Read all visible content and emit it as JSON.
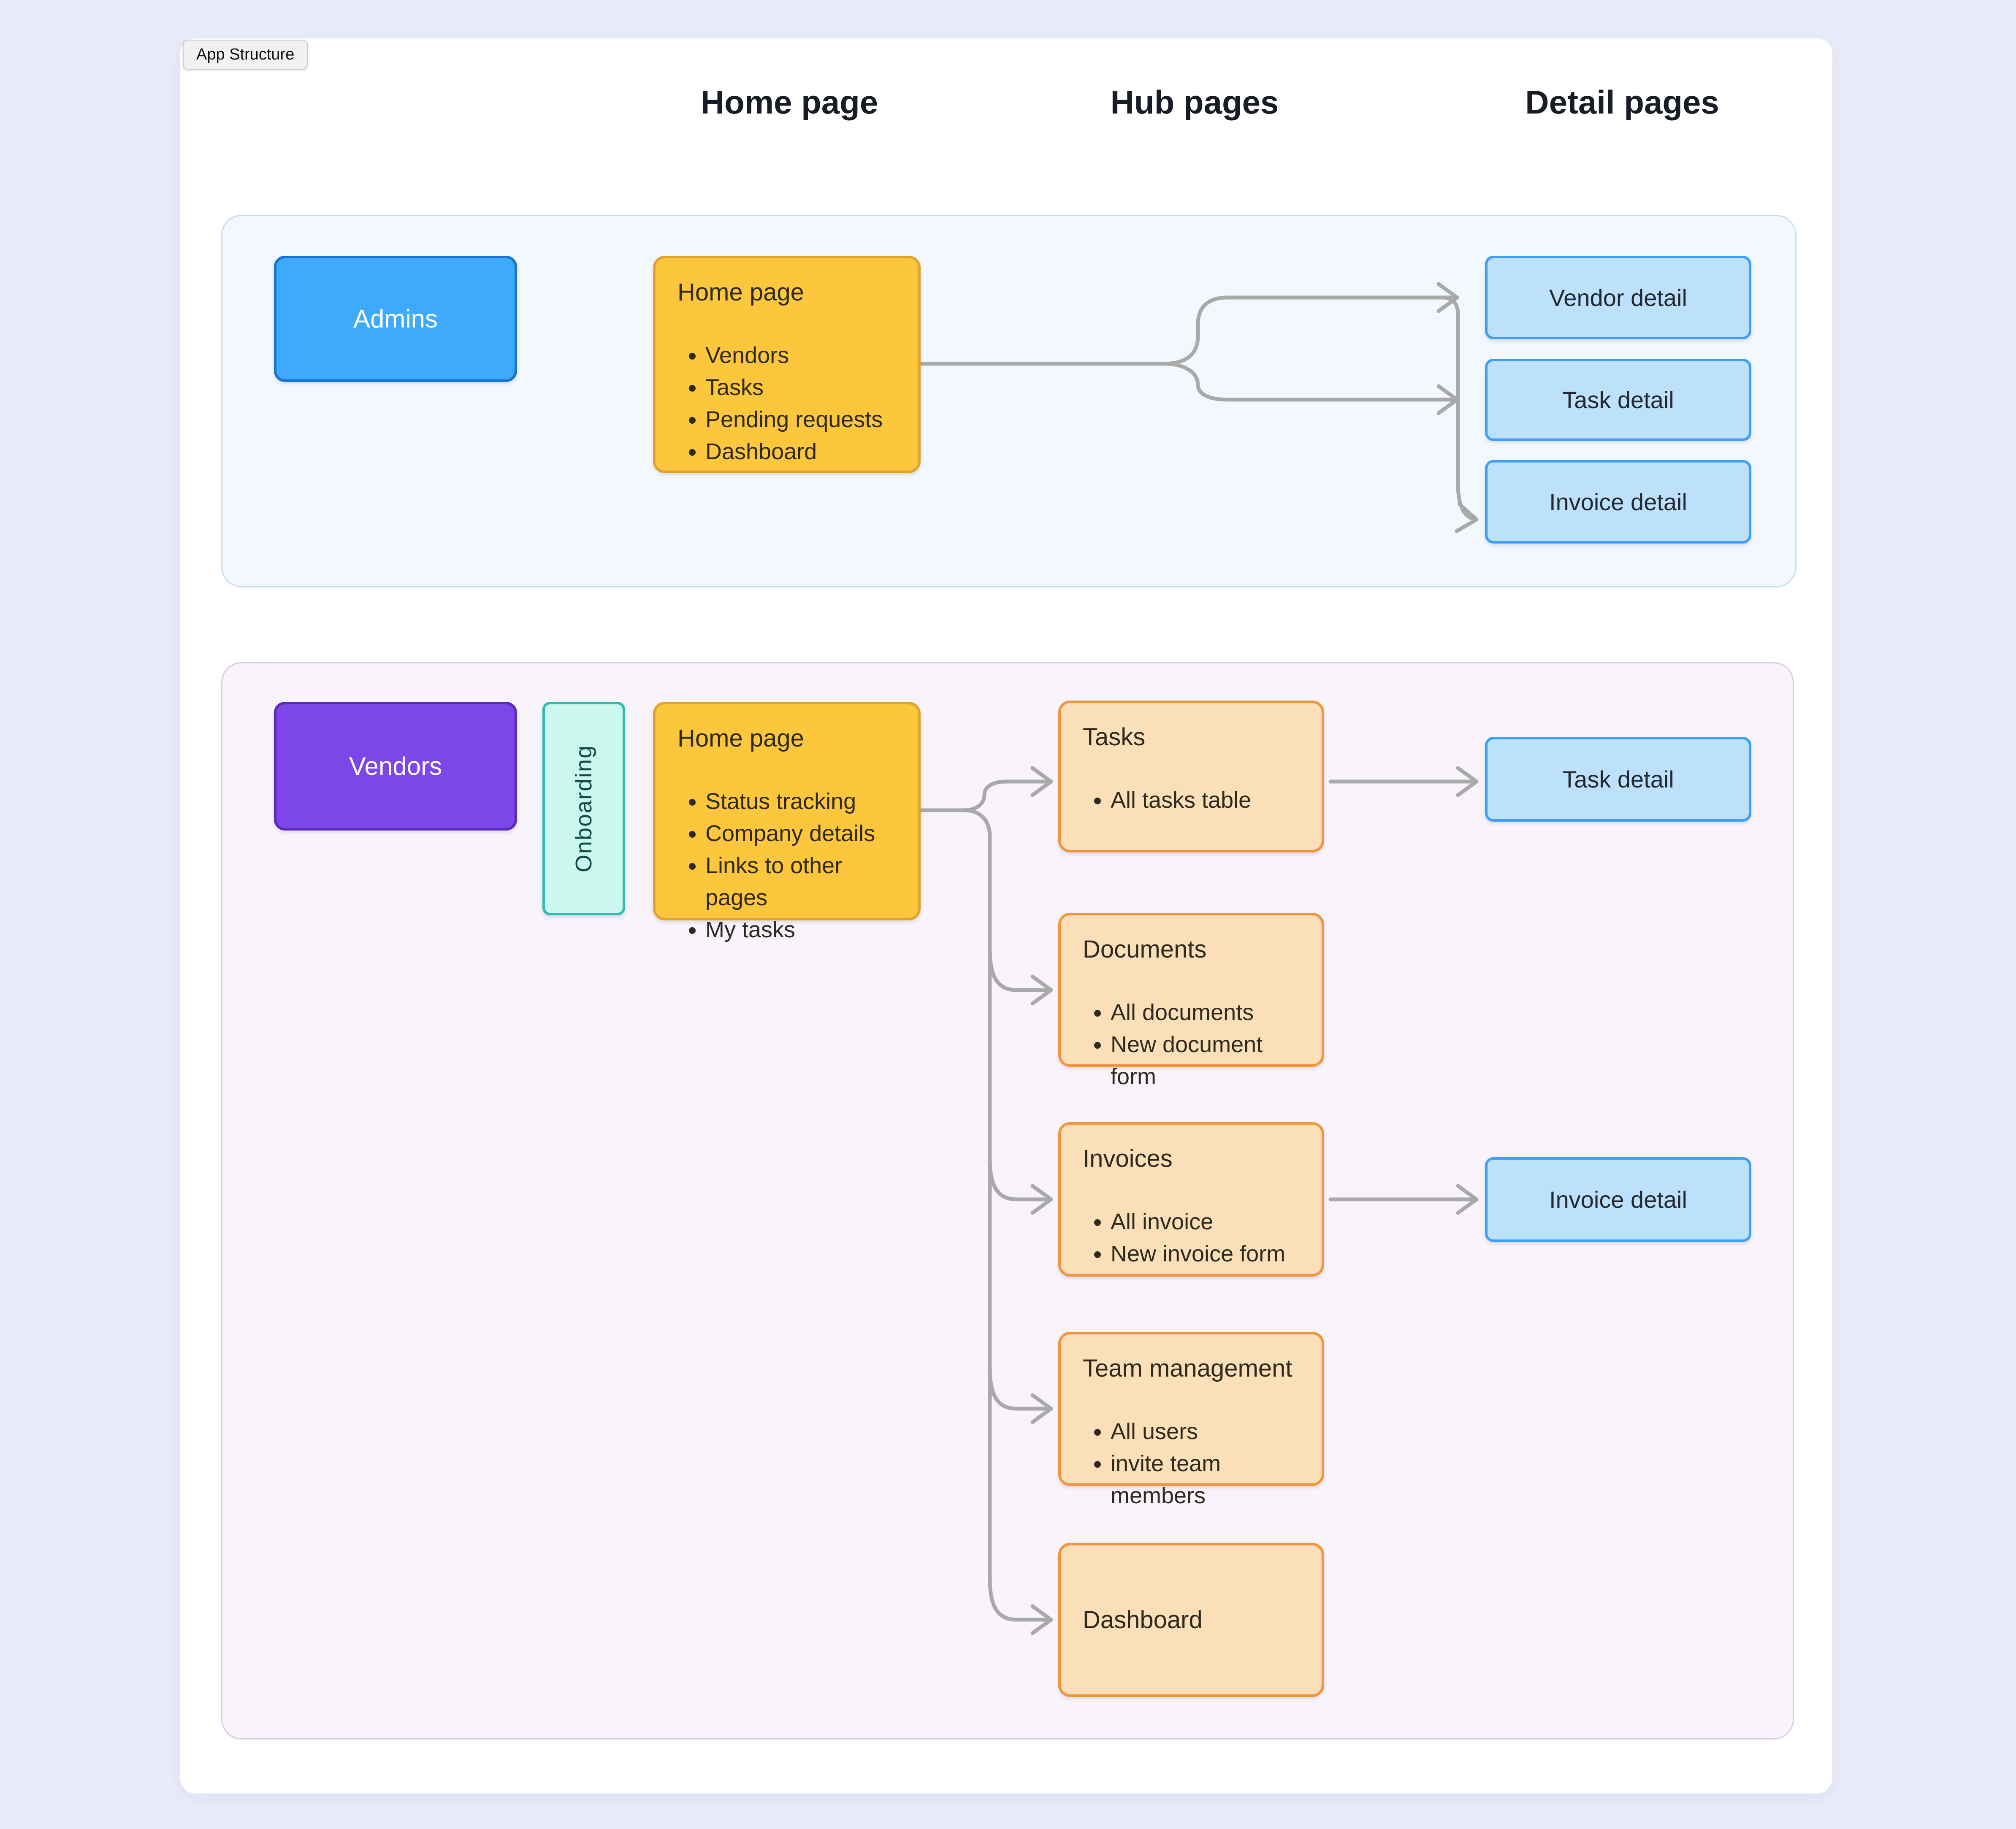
{
  "badge": {
    "label": "App Structure"
  },
  "columns": [
    {
      "label": "Home page"
    },
    {
      "label": "Hub pages"
    },
    {
      "label": "Detail pages"
    }
  ],
  "sections": {
    "admins": {
      "actor": {
        "label": "Admins"
      },
      "home": {
        "title": "Home page",
        "bullets": [
          "Vendors",
          "Tasks",
          "Pending requests",
          "Dashboard"
        ]
      },
      "details": [
        {
          "label": "Vendor detail"
        },
        {
          "label": "Task detail"
        },
        {
          "label": "Invoice detail"
        }
      ]
    },
    "vendors": {
      "actor": {
        "label": "Vendors"
      },
      "onboarding": {
        "label": "Onboarding"
      },
      "home": {
        "title": "Home page",
        "bullets": [
          "Status tracking",
          "Company details",
          "Links to other pages",
          "My tasks"
        ]
      },
      "hubs": [
        {
          "title": "Tasks",
          "bullets": [
            "All tasks table"
          ]
        },
        {
          "title": "Documents",
          "bullets": [
            "All documents",
            "New document form"
          ]
        },
        {
          "title": "Invoices",
          "bullets": [
            "All invoice",
            "New invoice form"
          ]
        },
        {
          "title": "Team management",
          "bullets": [
            "All users",
            "invite team members"
          ]
        },
        {
          "title": "Dashboard",
          "bullets": []
        }
      ],
      "details": [
        {
          "label": "Task detail"
        },
        {
          "label": "Invoice detail"
        }
      ]
    }
  },
  "colors": {
    "page_bg": "#E9EBFA",
    "card_bg": "#FFFFFF",
    "connector": "#A9A9A9",
    "admins_panel_bg": "#F3F8FE",
    "admins_panel_border": "#C8DCF4",
    "vendors_panel_bg": "#F9F3FB",
    "vendors_panel_border": "#D9CBEA",
    "actor_admins_bg": "#3FA9FC",
    "actor_admins_border": "#1874D2",
    "actor_vendors_bg": "#7C46E8",
    "actor_vendors_border": "#5A2BB8",
    "onboarding_bg": "#CCF7EF",
    "onboarding_border": "#2EBCAE",
    "onboarding_text": "#114B45",
    "home_bg": "#FCC63D",
    "home_border": "#E0A42D",
    "hub_bg": "#FBDFB9",
    "hub_border": "#F0953C",
    "detail_bg": "#BDE0FB",
    "detail_border": "#3E9FF6",
    "text_dark": "#2E2A1E",
    "text_detail": "#222831",
    "header_text": "#171C26",
    "badge_bg": "#F1F1F1",
    "badge_border": "#C9C9C9",
    "badge_text": "#111111",
    "actor_text": "#FFFFFF"
  }
}
